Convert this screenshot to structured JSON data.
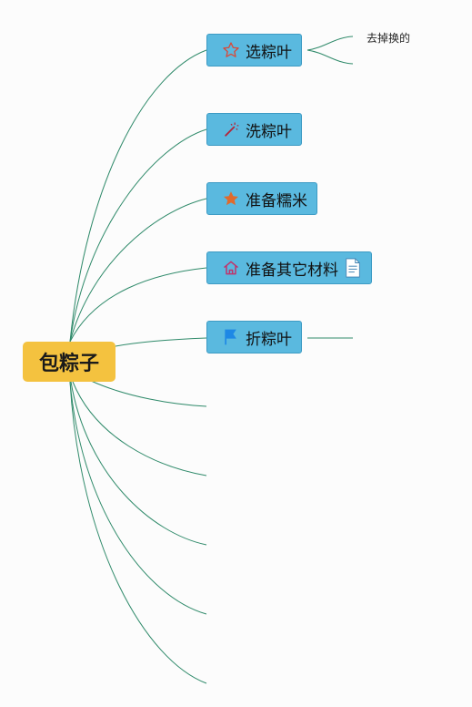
{
  "root": {
    "label": "包粽子"
  },
  "branches": [
    {
      "label": "选粽叶",
      "icon": "star-outline-icon",
      "children": [
        "去掉换的",
        ""
      ]
    },
    {
      "label": "洗粽叶",
      "icon": "magic-wand-icon",
      "children": []
    },
    {
      "label": "准备糯米",
      "icon": "star-filled-icon",
      "children": []
    },
    {
      "label": "准备其它材料",
      "icon": "home-icon",
      "note_icon": "document-icon",
      "children": []
    },
    {
      "label": "折粽叶",
      "icon": "flag-icon",
      "children": [
        ""
      ]
    }
  ],
  "empty_branches": 5,
  "colors": {
    "root_fill": "#f4c23f",
    "topic_fill": "#5ab9df",
    "topic_border": "#3d9bc4",
    "connector": "#2f8a6a",
    "star_outline": "#d84a3a",
    "star_filled": "#e06a2c",
    "home": "#c0336b",
    "flag": "#1e88e5"
  }
}
